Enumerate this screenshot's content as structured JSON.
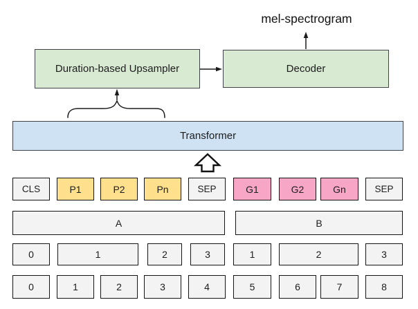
{
  "output_label": "mel-spectrogram",
  "blocks": {
    "upsampler": "Duration-based Upsampler",
    "decoder": "Decoder",
    "transformer": "Transformer"
  },
  "tokens": [
    {
      "label": "CLS",
      "type": "special"
    },
    {
      "label": "P1",
      "type": "phoneme"
    },
    {
      "label": "P2",
      "type": "phoneme"
    },
    {
      "label": "Pn",
      "type": "phoneme"
    },
    {
      "label": "SEP",
      "type": "special"
    },
    {
      "label": "G1",
      "type": "grapheme"
    },
    {
      "label": "G2",
      "type": "grapheme"
    },
    {
      "label": "Gn",
      "type": "grapheme"
    },
    {
      "label": "SEP",
      "type": "special"
    }
  ],
  "segments": [
    {
      "label": "A"
    },
    {
      "label": "B"
    }
  ],
  "positions": [
    {
      "label": "0"
    },
    {
      "label": "1"
    },
    {
      "label": "2"
    },
    {
      "label": "3"
    },
    {
      "label": "1"
    },
    {
      "label": "2"
    },
    {
      "label": "3"
    }
  ],
  "indices": [
    {
      "label": "0"
    },
    {
      "label": "1"
    },
    {
      "label": "2"
    },
    {
      "label": "3"
    },
    {
      "label": "4"
    },
    {
      "label": "5"
    },
    {
      "label": "6"
    },
    {
      "label": "7"
    },
    {
      "label": "8"
    }
  ],
  "colors": {
    "block_green": "#d9ead3",
    "block_blue": "#cfe2f3",
    "token_phoneme": "#ffe08c",
    "token_grapheme": "#f8a6c6",
    "token_special": "#f3f3f3",
    "box_gray": "#f3f3f3",
    "line": "#1a1a1a"
  }
}
